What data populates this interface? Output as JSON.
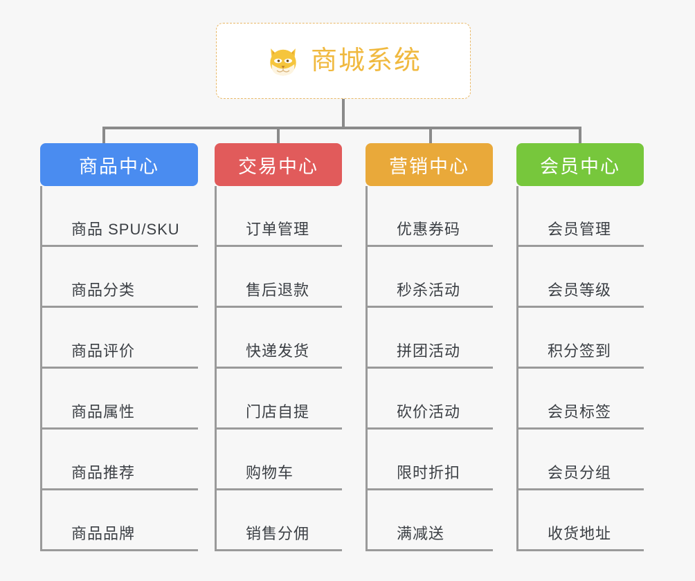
{
  "root": {
    "title": "商城系统",
    "icon": "shiba-dog-icon",
    "border_color": "#e8b765",
    "text_color": "#f0b93f",
    "background": "#ffffff"
  },
  "page": {
    "background": "#f7f7f7",
    "connector_color": "#8a8a8a",
    "leaf_line_color": "#9a9a9a",
    "leaf_text_color": "#3b3f44"
  },
  "columns": [
    {
      "name": "商品中心",
      "color": "#4a8cf0",
      "items": [
        "商品 SPU/SKU",
        "商品分类",
        "商品评价",
        "商品属性",
        "商品推荐",
        "商品品牌"
      ]
    },
    {
      "name": "交易中心",
      "color": "#e15b5b",
      "items": [
        "订单管理",
        "售后退款",
        "快递发货",
        "门店自提",
        "购物车",
        "销售分佣"
      ]
    },
    {
      "name": "营销中心",
      "color": "#e9a93a",
      "items": [
        "优惠券码",
        "秒杀活动",
        "拼团活动",
        "砍价活动",
        "限时折扣",
        "满减送"
      ]
    },
    {
      "name": "会员中心",
      "color": "#77c73c",
      "items": [
        "会员管理",
        "会员等级",
        "积分签到",
        "会员标签",
        "会员分组",
        "收货地址"
      ]
    }
  ]
}
